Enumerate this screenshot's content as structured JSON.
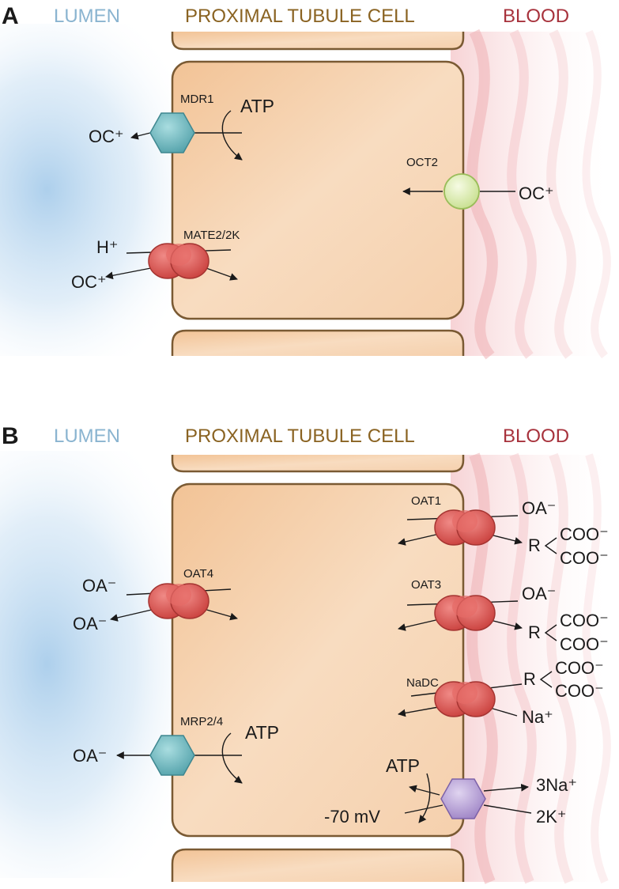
{
  "colors": {
    "lumen": "#8ab4d0",
    "cell_label": "#8a6322",
    "blood": "#a7323c",
    "cell_fill": "#f4c9a0",
    "cell_border": "#7a5a33",
    "abc_pump": "#6fb5bd",
    "exchanger": "#d9534f",
    "oct2": "#d8e9a8",
    "na_k_pump": "#b7a0d4"
  },
  "panel_a": {
    "letter": "A",
    "lumen_label": "LUMEN",
    "cell_label": "PROXIMAL TUBULE CELL",
    "blood_label": "BLOOD",
    "mdr1": {
      "name": "MDR1",
      "atp": "ATP",
      "substrate": "OC⁺"
    },
    "mate": {
      "name": "MATE2/2K",
      "in": "H⁺",
      "out": "OC⁺"
    },
    "oct2": {
      "name": "OCT2",
      "substrate": "OC⁺"
    }
  },
  "panel_b": {
    "letter": "B",
    "lumen_label": "LUMEN",
    "cell_label": "PROXIMAL TUBULE CELL",
    "blood_label": "BLOOD",
    "oat1": {
      "name": "OAT1",
      "sub1": "OA⁻",
      "r": "R",
      "coo1": "COO⁻",
      "coo2": "COO⁻"
    },
    "oat3": {
      "name": "OAT3",
      "sub1": "OA⁻",
      "r": "R",
      "coo1": "COO⁻",
      "coo2": "COO⁻"
    },
    "oat4": {
      "name": "OAT4",
      "in": "OA⁻",
      "out": "OA⁻"
    },
    "nadc": {
      "name": "NaDC",
      "r": "R",
      "coo1": "COO⁻",
      "coo2": "COO⁻",
      "na": "Na⁺"
    },
    "mrp": {
      "name": "MRP2/4",
      "atp": "ATP",
      "substrate": "OA⁻"
    },
    "nak": {
      "atp": "ATP",
      "potential": "-70 mV",
      "na": "3Na⁺",
      "k": "2K⁺"
    }
  }
}
